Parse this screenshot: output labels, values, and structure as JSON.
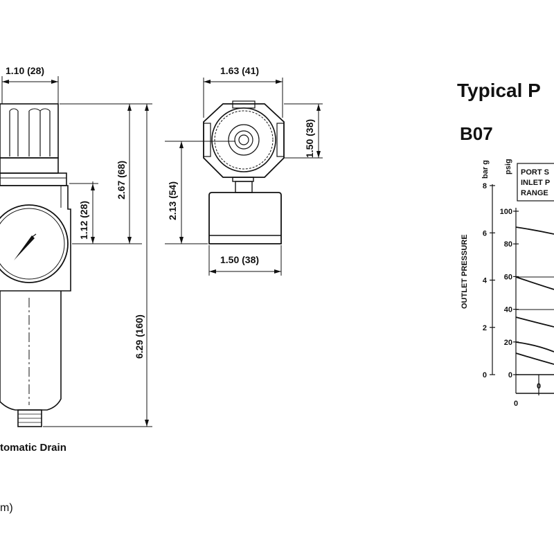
{
  "drawing": {
    "dims": {
      "top_width": "1.10 (28)",
      "height_regulator": "2.67 (68)",
      "gauge_offset": "1.12 (28)",
      "overall_height": "6.29 (160)",
      "top_view_width": "1.63 (41)",
      "top_view_height": "1.50 (38)",
      "top_view_center": "2.13 (54)",
      "bracket_width": "1.50 (38)"
    },
    "caption": "tomatic Drain",
    "footnote": "m)"
  },
  "chart": {
    "title": "Typical P",
    "model": "B07",
    "unit_bar": "bar g",
    "unit_psig": "psig",
    "ylabel": "OUTLET PRESSURE",
    "bar_ticks": [
      "8",
      "6",
      "4",
      "2",
      "0"
    ],
    "psig_ticks": [
      "100",
      "80",
      "60",
      "40",
      "20",
      "0"
    ],
    "x_tick_bottom": "0",
    "x_tick_inner": "0",
    "legend": [
      "PORT S",
      "INLET P",
      "RANGE"
    ]
  }
}
